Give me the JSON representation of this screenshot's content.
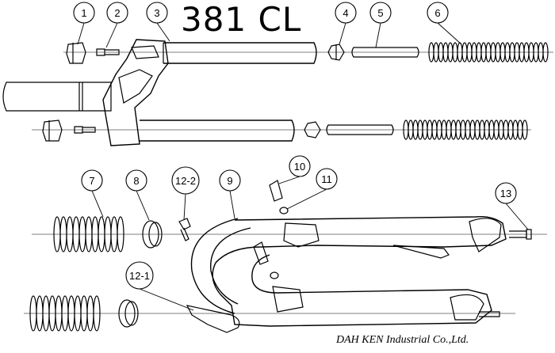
{
  "title": "381 CL",
  "credit": "DAH KEN Industrial Co.,Ltd.",
  "callouts": [
    {
      "id": "1",
      "label": "1"
    },
    {
      "id": "2",
      "label": "2"
    },
    {
      "id": "3",
      "label": "3"
    },
    {
      "id": "4",
      "label": "4"
    },
    {
      "id": "5",
      "label": "5"
    },
    {
      "id": "6",
      "label": "6"
    },
    {
      "id": "7",
      "label": "7"
    },
    {
      "id": "8",
      "label": "8"
    },
    {
      "id": "12-2",
      "label": "12-2"
    },
    {
      "id": "9",
      "label": "9"
    },
    {
      "id": "10",
      "label": "10"
    },
    {
      "id": "11",
      "label": "11"
    },
    {
      "id": "13",
      "label": "13"
    },
    {
      "id": "12-1",
      "label": "12-1"
    }
  ],
  "colors": {
    "line": "#000000",
    "background": "#ffffff"
  }
}
